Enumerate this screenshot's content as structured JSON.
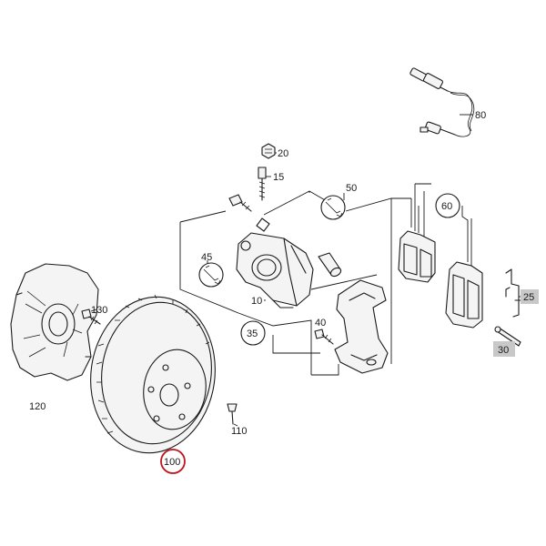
{
  "labels": {
    "p10": "10",
    "p15": "15",
    "p20": "20",
    "p25": "25",
    "p30": "30",
    "p35": "35",
    "p40": "40",
    "p45": "45",
    "p50": "50",
    "p60": "60",
    "p80": "80",
    "p100": "100",
    "p110": "110",
    "p120": "120",
    "p130": "130"
  },
  "highlighted_part": "100",
  "colors": {
    "highlight_ring": "#c0141c",
    "shaded_label_bg": "#c8c8c8",
    "line": "#1a1a1a"
  },
  "icons": {
    "tool_symbol": "wrench-icon"
  }
}
